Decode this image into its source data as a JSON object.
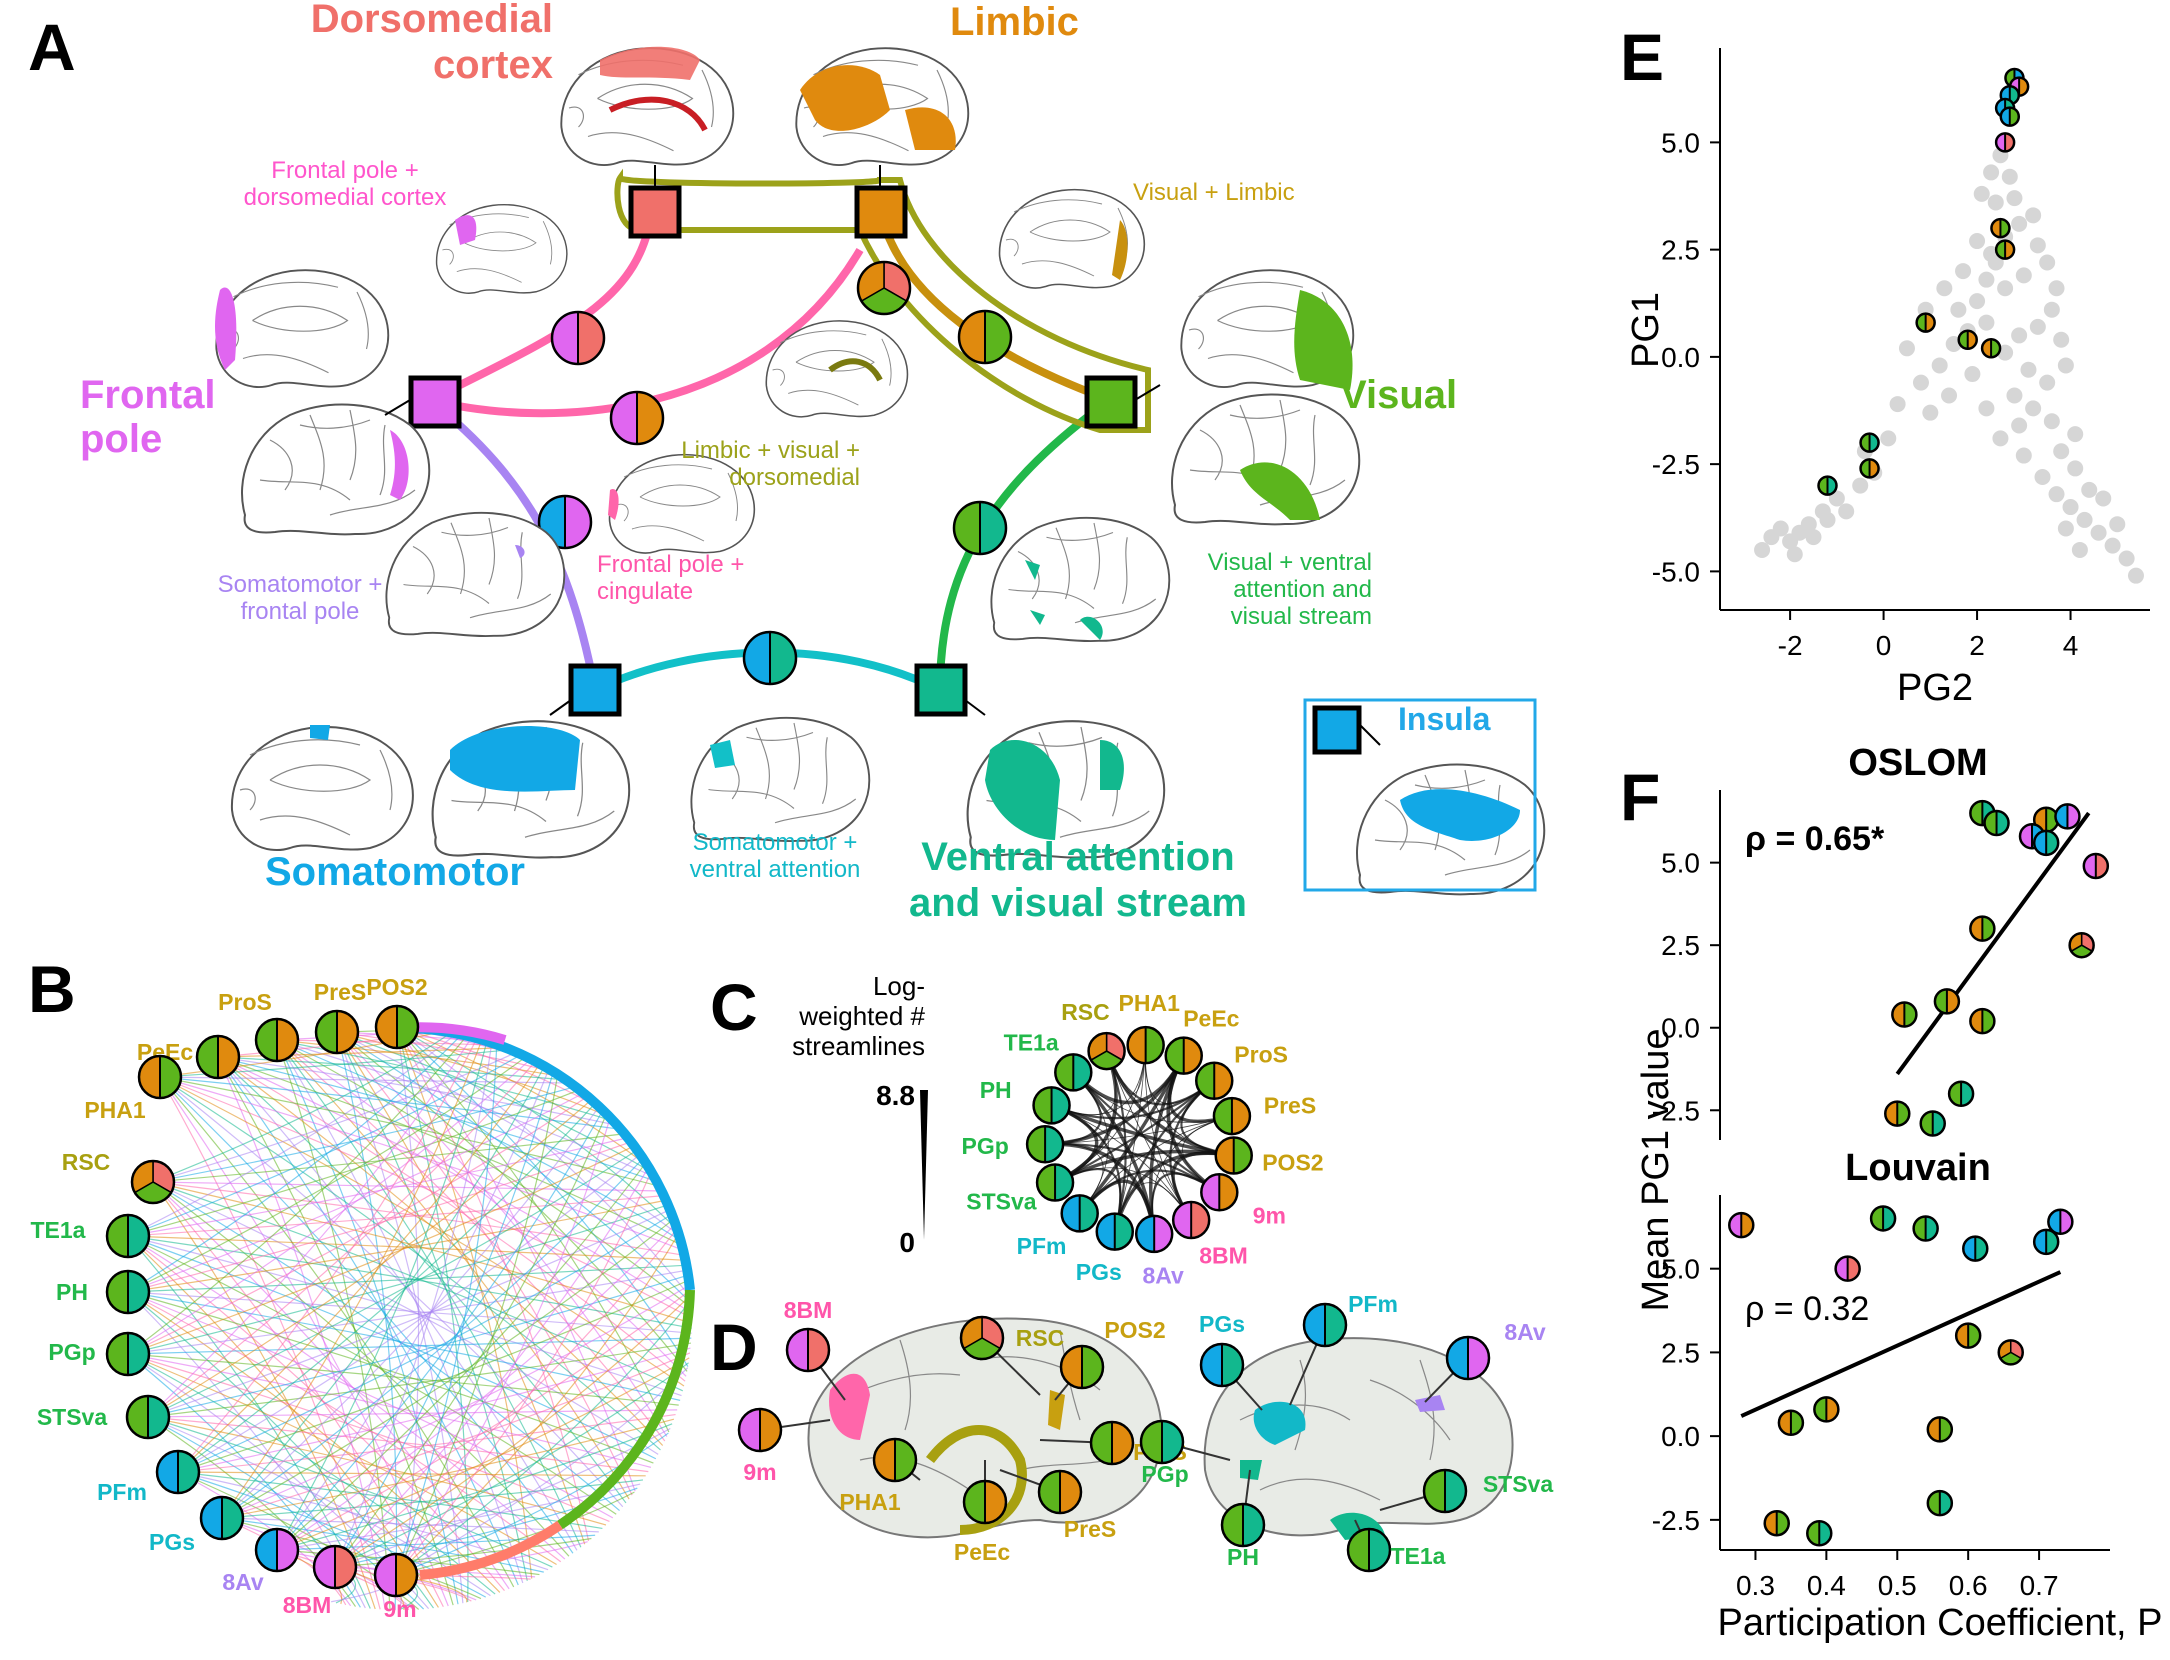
{
  "panels": {
    "A": "A",
    "B": "B",
    "C": "C",
    "D": "D",
    "E": "E",
    "F": "F"
  },
  "colors": {
    "dorsomedial": "#f0706a",
    "limbic": "#e08a0e",
    "frontal": "#e066f0",
    "visual": "#5cb51d",
    "somatomotor": "#12a8e6",
    "ventral": "#12b88e",
    "pink_edge": "#ff66aa",
    "olive": "#9ca21a",
    "cyan_edge": "#12c0c8",
    "lavender": "#a884f2",
    "green_edge": "#22b84a",
    "insula_box": "#22a8e8"
  },
  "panelA": {
    "modules": {
      "dorsomedial": "Dorsomedial\ncortex",
      "limbic": "Limbic",
      "frontal": "Frontal\npole",
      "visual": "Visual",
      "somatomotor": "Somatomotor",
      "ventral": "Ventral attention\nand visual stream",
      "insula": "Insula"
    },
    "edges": {
      "fp_dm": "Frontal pole +\ndorsomedial cortex",
      "vis_lim": "Visual + Limbic",
      "lim_vis_dm": "Limbic + visual +\ndorsomedial",
      "fp_cing": "Frontal pole +\ncingulate",
      "sm_fp": "Somatomotor +\nfrontal pole",
      "vis_va": "Visual + ventral\nattention and\nvisual stream",
      "sm_va": "Somatomotor +\nventral attention"
    }
  },
  "panelB": {
    "nodes": [
      {
        "label": "POS2",
        "colors": [
          "#e08a0e",
          "#5cb51d"
        ],
        "text_color": "#c8a010"
      },
      {
        "label": "PreS",
        "colors": [
          "#5cb51d",
          "#e08a0e"
        ],
        "text_color": "#c8a010"
      },
      {
        "label": "ProS",
        "colors": [
          "#5cb51d",
          "#e08a0e"
        ],
        "text_color": "#c8a010"
      },
      {
        "label": "PeEc",
        "colors": [
          "#5cb51d",
          "#e08a0e"
        ],
        "text_color": "#c8a010"
      },
      {
        "label": "PHA1",
        "colors": [
          "#e08a0e",
          "#5cb51d"
        ],
        "text_color": "#c8a010"
      },
      {
        "label": "RSC",
        "colors": [
          "#f0706a",
          "#5cb51d",
          "#e08a0e"
        ],
        "text_color": "#a8a010"
      },
      {
        "label": "TE1a",
        "colors": [
          "#5cb51d",
          "#12b88e"
        ],
        "text_color": "#22b84a"
      },
      {
        "label": "PH",
        "colors": [
          "#5cb51d",
          "#12b88e"
        ],
        "text_color": "#22b84a"
      },
      {
        "label": "PGp",
        "colors": [
          "#5cb51d",
          "#12b88e"
        ],
        "text_color": "#22b84a"
      },
      {
        "label": "STSva",
        "colors": [
          "#5cb51d",
          "#12b88e"
        ],
        "text_color": "#22b84a"
      },
      {
        "label": "PFm",
        "colors": [
          "#12a8e6",
          "#12b88e"
        ],
        "text_color": "#12b8c8"
      },
      {
        "label": "PGs",
        "colors": [
          "#12a8e6",
          "#12b88e"
        ],
        "text_color": "#12b8c8"
      },
      {
        "label": "8Av",
        "colors": [
          "#12a8e6",
          "#e066f0"
        ],
        "text_color": "#a884f2"
      },
      {
        "label": "8BM",
        "colors": [
          "#e066f0",
          "#f0706a"
        ],
        "text_color": "#ff55aa"
      },
      {
        "label": "9m",
        "colors": [
          "#e066f0",
          "#e08a0e"
        ],
        "text_color": "#ff55aa"
      }
    ]
  },
  "panelC": {
    "scale_title": "Log-\nweighted #\nstreamlines",
    "scale_max": "8.8",
    "scale_min": "0",
    "nodes": [
      {
        "label": "PHA1",
        "colors": [
          "#e08a0e",
          "#5cb51d"
        ],
        "text_color": "#c8a010"
      },
      {
        "label": "PeEc",
        "colors": [
          "#5cb51d",
          "#e08a0e"
        ],
        "text_color": "#c8a010"
      },
      {
        "label": "ProS",
        "colors": [
          "#5cb51d",
          "#e08a0e"
        ],
        "text_color": "#c8a010"
      },
      {
        "label": "PreS",
        "colors": [
          "#5cb51d",
          "#e08a0e"
        ],
        "text_color": "#c8a010"
      },
      {
        "label": "POS2",
        "colors": [
          "#e08a0e",
          "#5cb51d"
        ],
        "text_color": "#c8a010"
      },
      {
        "label": "9m",
        "colors": [
          "#e066f0",
          "#e08a0e"
        ],
        "text_color": "#ff55aa"
      },
      {
        "label": "8BM",
        "colors": [
          "#e066f0",
          "#f0706a"
        ],
        "text_color": "#ff55aa"
      },
      {
        "label": "8Av",
        "colors": [
          "#12a8e6",
          "#e066f0"
        ],
        "text_color": "#a884f2"
      },
      {
        "label": "PGs",
        "colors": [
          "#12a8e6",
          "#12b88e"
        ],
        "text_color": "#12b8c8"
      },
      {
        "label": "PFm",
        "colors": [
          "#12a8e6",
          "#12b88e"
        ],
        "text_color": "#12b8c8"
      },
      {
        "label": "STSva",
        "colors": [
          "#5cb51d",
          "#12b88e"
        ],
        "text_color": "#22b84a"
      },
      {
        "label": "PGp",
        "colors": [
          "#5cb51d",
          "#12b88e"
        ],
        "text_color": "#22b84a"
      },
      {
        "label": "PH",
        "colors": [
          "#5cb51d",
          "#12b88e"
        ],
        "text_color": "#22b84a"
      },
      {
        "label": "TE1a",
        "colors": [
          "#5cb51d",
          "#12b88e"
        ],
        "text_color": "#22b84a"
      },
      {
        "label": "RSC",
        "colors": [
          "#f0706a",
          "#5cb51d",
          "#e08a0e"
        ],
        "text_color": "#a8a010"
      }
    ]
  },
  "panelD": {
    "medial": [
      "8BM",
      "RSC",
      "POS2",
      "9m",
      "PHA1",
      "PeEc",
      "PreS",
      "ProS"
    ],
    "lateral": [
      "PGs",
      "PFm",
      "8Av",
      "PGp",
      "PH",
      "TE1a",
      "STSva"
    ]
  },
  "chart_data": [
    {
      "type": "scatter",
      "panel": "E",
      "xlabel": "PG2",
      "ylabel": "PG1",
      "xlim": [
        -3.5,
        5.7
      ],
      "ylim": [
        -5.9,
        7.2
      ],
      "xticks": [
        -2,
        0,
        2,
        4
      ],
      "yticks": [
        -5.0,
        -2.5,
        0.0,
        2.5,
        5.0
      ],
      "background_points": [
        [
          -2.4,
          -4.2
        ],
        [
          -2.2,
          -4.0
        ],
        [
          -2.0,
          -4.3
        ],
        [
          -1.8,
          -4.1
        ],
        [
          -1.6,
          -3.9
        ],
        [
          -1.3,
          -3.6
        ],
        [
          -1.0,
          -3.3
        ],
        [
          -0.8,
          -3.6
        ],
        [
          -0.5,
          -3.0
        ],
        [
          -0.2,
          -2.7
        ],
        [
          -1.9,
          -4.6
        ],
        [
          -1.5,
          -4.2
        ],
        [
          -2.6,
          -4.5
        ],
        [
          -1.2,
          -3.8
        ],
        [
          0.3,
          -1.1
        ],
        [
          0.8,
          -0.6
        ],
        [
          1.2,
          -0.2
        ],
        [
          1.5,
          0.3
        ],
        [
          1.8,
          0.6
        ],
        [
          1.4,
          -0.9
        ],
        [
          1.0,
          -1.3
        ],
        [
          1.6,
          1.1
        ],
        [
          2.0,
          1.3
        ],
        [
          2.2,
          1.8
        ],
        [
          2.4,
          2.2
        ],
        [
          2.6,
          2.8
        ],
        [
          2.9,
          3.1
        ],
        [
          3.2,
          3.3
        ],
        [
          3.3,
          2.6
        ],
        [
          3.5,
          2.2
        ],
        [
          3.7,
          1.6
        ],
        [
          3.6,
          1.1
        ],
        [
          3.8,
          0.4
        ],
        [
          3.9,
          -0.2
        ],
        [
          3.5,
          -0.6
        ],
        [
          3.2,
          -1.2
        ],
        [
          2.9,
          -1.6
        ],
        [
          2.5,
          -1.9
        ],
        [
          3.0,
          -2.3
        ],
        [
          3.4,
          -2.8
        ],
        [
          3.7,
          -3.2
        ],
        [
          4.0,
          -3.5
        ],
        [
          4.3,
          -3.8
        ],
        [
          4.6,
          -4.1
        ],
        [
          4.9,
          -4.4
        ],
        [
          5.2,
          -4.7
        ],
        [
          5.4,
          -5.1
        ],
        [
          4.4,
          -3.1
        ],
        [
          4.1,
          -2.6
        ],
        [
          3.8,
          -2.2
        ],
        [
          2.1,
          3.8
        ],
        [
          2.3,
          4.3
        ],
        [
          2.5,
          4.7
        ],
        [
          2.7,
          4.2
        ],
        [
          2.4,
          3.6
        ],
        [
          2.8,
          3.7
        ],
        [
          2.0,
          2.7
        ],
        [
          1.7,
          2.0
        ],
        [
          1.3,
          1.6
        ],
        [
          0.9,
          1.1
        ],
        [
          2.2,
          0.8
        ],
        [
          2.6,
          0.1
        ],
        [
          2.9,
          0.5
        ],
        [
          3.1,
          -0.3
        ],
        [
          2.8,
          -0.9
        ],
        [
          2.2,
          -1.2
        ],
        [
          4.7,
          -3.3
        ],
        [
          5.0,
          -3.9
        ],
        [
          4.2,
          -4.5
        ],
        [
          3.9,
          -4.0
        ],
        [
          0.1,
          -1.9
        ],
        [
          -0.4,
          -2.2
        ],
        [
          0.5,
          0.2
        ],
        [
          2.6,
          1.6
        ],
        [
          3.0,
          1.9
        ],
        [
          2.3,
          2.4
        ],
        [
          1.9,
          -0.4
        ],
        [
          3.3,
          0.7
        ],
        [
          3.6,
          -1.5
        ],
        [
          4.1,
          -1.8
        ]
      ],
      "highlighted_points": [
        {
          "x": 2.8,
          "y": 6.5,
          "colors": [
            "#5cb51d",
            "#12a8e6"
          ]
        },
        {
          "x": 2.9,
          "y": 6.3,
          "colors": [
            "#e066f0",
            "#e08a0e"
          ]
        },
        {
          "x": 2.7,
          "y": 6.1,
          "colors": [
            "#12a8e6",
            "#12b88e"
          ]
        },
        {
          "x": 2.6,
          "y": 5.8,
          "colors": [
            "#12a8e6",
            "#12b88e"
          ]
        },
        {
          "x": 2.7,
          "y": 5.6,
          "colors": [
            "#12a8e6",
            "#5cb51d"
          ]
        },
        {
          "x": 2.6,
          "y": 5.0,
          "colors": [
            "#e066f0",
            "#f0706a"
          ]
        },
        {
          "x": 2.5,
          "y": 3.0,
          "colors": [
            "#e08a0e",
            "#5cb51d"
          ]
        },
        {
          "x": 2.6,
          "y": 2.5,
          "colors": [
            "#5cb51d",
            "#e08a0e"
          ]
        },
        {
          "x": 0.9,
          "y": 0.8,
          "colors": [
            "#5cb51d",
            "#e08a0e"
          ]
        },
        {
          "x": 1.8,
          "y": 0.4,
          "colors": [
            "#5cb51d",
            "#e08a0e"
          ]
        },
        {
          "x": 2.3,
          "y": 0.2,
          "colors": [
            "#e08a0e",
            "#5cb51d"
          ]
        },
        {
          "x": -0.3,
          "y": -2.0,
          "colors": [
            "#5cb51d",
            "#12b88e"
          ]
        },
        {
          "x": -0.3,
          "y": -2.6,
          "colors": [
            "#5cb51d",
            "#e08a0e"
          ]
        },
        {
          "x": -1.2,
          "y": -3.0,
          "colors": [
            "#5cb51d",
            "#12b88e"
          ]
        }
      ]
    },
    {
      "type": "scatter",
      "panel": "F-top",
      "title": "OSLOM",
      "annotation": "ρ = 0.65*",
      "xlim": [
        0.25,
        0.8
      ],
      "ylim": [
        -3.4,
        7.2
      ],
      "yticks": [
        -2.5,
        0.0,
        2.5,
        5.0
      ],
      "fit_line": [
        [
          0.5,
          -1.4
        ],
        [
          0.77,
          6.5
        ]
      ],
      "points": [
        {
          "x": 0.62,
          "y": 6.5,
          "colors": [
            "#5cb51d",
            "#12b88e"
          ]
        },
        {
          "x": 0.64,
          "y": 6.2,
          "colors": [
            "#5cb51d",
            "#12b88e"
          ]
        },
        {
          "x": 0.71,
          "y": 6.3,
          "colors": [
            "#e08a0e",
            "#5cb51d"
          ]
        },
        {
          "x": 0.74,
          "y": 6.4,
          "colors": [
            "#12a8e6",
            "#e066f0"
          ]
        },
        {
          "x": 0.69,
          "y": 5.8,
          "colors": [
            "#e066f0",
            "#12a8e6"
          ]
        },
        {
          "x": 0.71,
          "y": 5.6,
          "colors": [
            "#12a8e6",
            "#12b88e"
          ]
        },
        {
          "x": 0.78,
          "y": 4.9,
          "colors": [
            "#e066f0",
            "#f0706a"
          ]
        },
        {
          "x": 0.62,
          "y": 3.0,
          "colors": [
            "#e08a0e",
            "#5cb51d"
          ]
        },
        {
          "x": 0.76,
          "y": 2.5,
          "colors": [
            "#f0706a",
            "#5cb51d",
            "#e08a0e"
          ]
        },
        {
          "x": 0.51,
          "y": 0.4,
          "colors": [
            "#e08a0e",
            "#5cb51d"
          ]
        },
        {
          "x": 0.57,
          "y": 0.8,
          "colors": [
            "#5cb51d",
            "#e08a0e"
          ]
        },
        {
          "x": 0.62,
          "y": 0.2,
          "colors": [
            "#e08a0e",
            "#5cb51d"
          ]
        },
        {
          "x": 0.59,
          "y": -2.0,
          "colors": [
            "#5cb51d",
            "#12b88e"
          ]
        },
        {
          "x": 0.5,
          "y": -2.6,
          "colors": [
            "#e08a0e",
            "#5cb51d"
          ]
        },
        {
          "x": 0.55,
          "y": -2.9,
          "colors": [
            "#5cb51d",
            "#12b88e"
          ]
        }
      ]
    },
    {
      "type": "scatter",
      "panel": "F-bottom",
      "title": "Louvain",
      "annotation": "ρ = 0.32",
      "xlabel": "Participation Coefficient, P",
      "ylabel": "Mean PG1 value",
      "xlim": [
        0.25,
        0.8
      ],
      "ylim": [
        -3.4,
        7.2
      ],
      "xticks": [
        0.3,
        0.4,
        0.5,
        0.6,
        0.7
      ],
      "yticks": [
        -2.5,
        0.0,
        2.5,
        5.0
      ],
      "fit_line": [
        [
          0.28,
          0.6
        ],
        [
          0.73,
          4.9
        ]
      ],
      "points": [
        {
          "x": 0.28,
          "y": 6.3,
          "colors": [
            "#e066f0",
            "#e08a0e"
          ]
        },
        {
          "x": 0.48,
          "y": 6.5,
          "colors": [
            "#5cb51d",
            "#12b88e"
          ]
        },
        {
          "x": 0.54,
          "y": 6.2,
          "colors": [
            "#5cb51d",
            "#12b88e"
          ]
        },
        {
          "x": 0.61,
          "y": 5.6,
          "colors": [
            "#12a8e6",
            "#12b88e"
          ]
        },
        {
          "x": 0.71,
          "y": 5.8,
          "colors": [
            "#12a8e6",
            "#12b88e"
          ]
        },
        {
          "x": 0.73,
          "y": 6.4,
          "colors": [
            "#12a8e6",
            "#e066f0"
          ]
        },
        {
          "x": 0.43,
          "y": 5.0,
          "colors": [
            "#e066f0",
            "#f0706a"
          ]
        },
        {
          "x": 0.6,
          "y": 3.0,
          "colors": [
            "#e08a0e",
            "#5cb51d"
          ]
        },
        {
          "x": 0.66,
          "y": 2.5,
          "colors": [
            "#f0706a",
            "#5cb51d",
            "#e08a0e"
          ]
        },
        {
          "x": 0.35,
          "y": 0.4,
          "colors": [
            "#e08a0e",
            "#5cb51d"
          ]
        },
        {
          "x": 0.4,
          "y": 0.8,
          "colors": [
            "#5cb51d",
            "#e08a0e"
          ]
        },
        {
          "x": 0.56,
          "y": 0.2,
          "colors": [
            "#e08a0e",
            "#5cb51d"
          ]
        },
        {
          "x": 0.56,
          "y": -2.0,
          "colors": [
            "#5cb51d",
            "#12b88e"
          ]
        },
        {
          "x": 0.33,
          "y": -2.6,
          "colors": [
            "#e08a0e",
            "#5cb51d"
          ]
        },
        {
          "x": 0.39,
          "y": -2.9,
          "colors": [
            "#5cb51d",
            "#12b88e"
          ]
        }
      ]
    }
  ]
}
